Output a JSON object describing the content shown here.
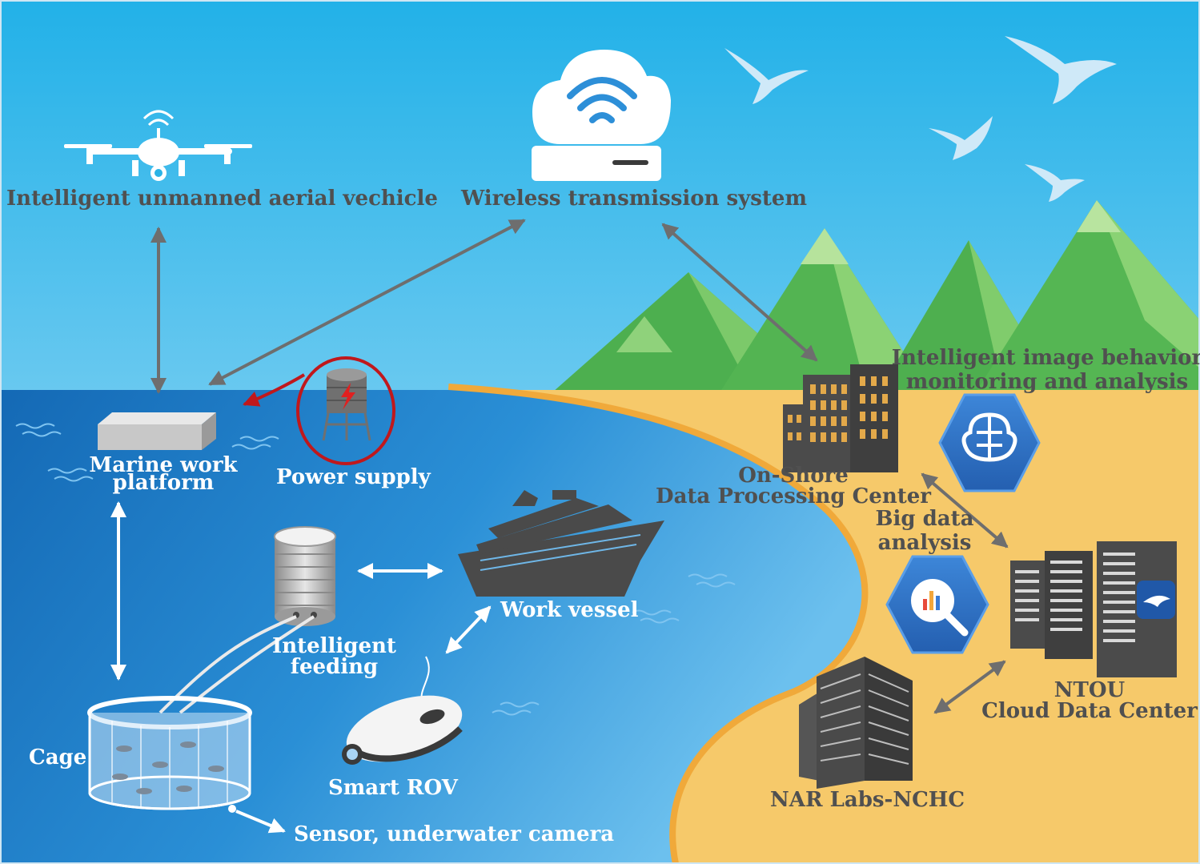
{
  "labels": {
    "uav": "Intelligent unmanned aerial vechicle",
    "wireless": "Wireless transmission system",
    "marine_platform": [
      "Marine work",
      "platform"
    ],
    "power_supply": "Power supply",
    "intelligent_feeding": [
      "Intelligent",
      "feeding"
    ],
    "work_vessel": "Work vessel",
    "cage": "Cage",
    "smart_rov": "Smart ROV",
    "sensor_camera": "Sensor, underwater camera",
    "image_analysis": [
      "Intelligent image behavior",
      "monitoring and analysis"
    ],
    "onshore_center": [
      "On-Shore",
      "Data Processing Center"
    ],
    "big_data": [
      "Big data",
      "analysis"
    ],
    "ntou_center": [
      "NTOU",
      "Cloud Data Center"
    ],
    "nar_labs": "NAR Labs-NCHC"
  },
  "colors": {
    "sky_top": "#2bb3e6",
    "sea_deep": "#1a73bd",
    "beach": "#f6c96a",
    "mountain": "#5dbb5c",
    "building": "#4b4b4b",
    "hexagon": "#2f6fc3",
    "arrow": "#6e6e6e",
    "power_ring": "#c0181c",
    "label_dark": "#505050",
    "label_light": "#ffffff"
  },
  "icons": [
    "drone-icon",
    "wifi-cloud-icon",
    "bird-icon",
    "battery-tower-icon",
    "platform-icon",
    "feed-tank-icon",
    "ship-icon",
    "rov-icon",
    "cage-icon",
    "office-building-icon",
    "server-rack-icon",
    "brain-icon",
    "magnifier-chart-icon"
  ]
}
